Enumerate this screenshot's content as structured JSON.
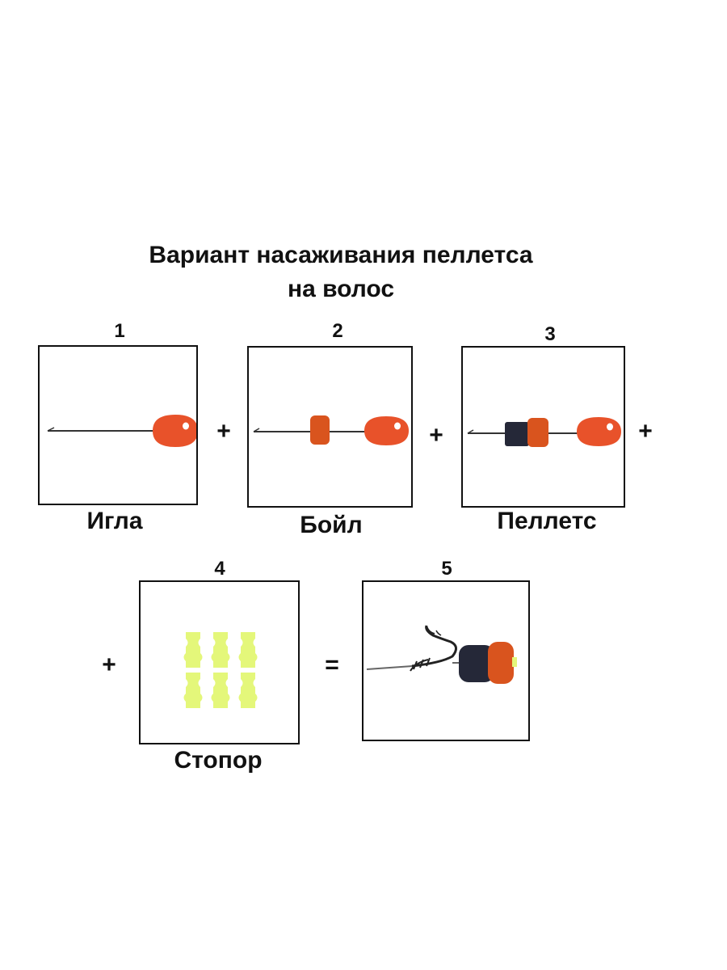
{
  "title": {
    "line1": "Вариант  насаживания пеллетса",
    "line2": "на волос"
  },
  "steps": [
    {
      "number": "1",
      "label": "Игла"
    },
    {
      "number": "2",
      "label": "Бойл"
    },
    {
      "number": "3",
      "label": "Пеллетс"
    },
    {
      "number": "4",
      "label": "Стопор"
    },
    {
      "number": "5",
      "label": ""
    }
  ],
  "operators": {
    "plus": "+",
    "equals": "="
  },
  "colors": {
    "needle_handle": "#e8522a",
    "boilie": "#d9541e",
    "pellet": "#252838",
    "stopper": "#e4f77a"
  }
}
